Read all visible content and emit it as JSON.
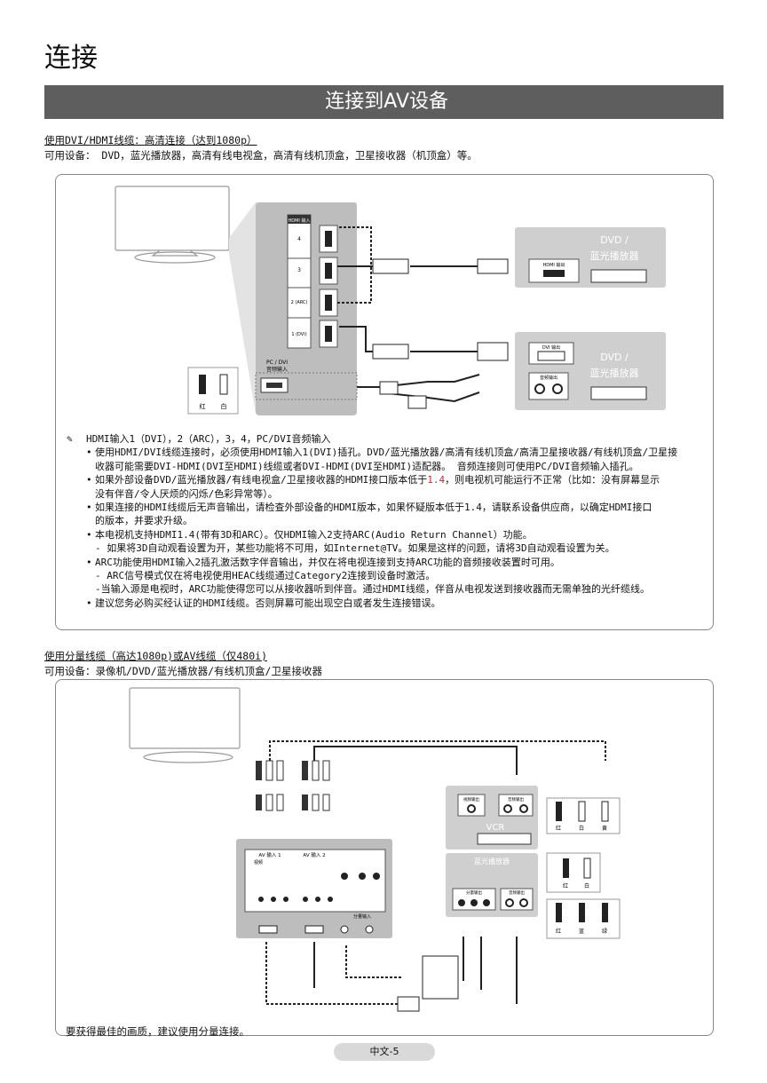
{
  "page_title": "连接",
  "banner_title": "连接到AV设备",
  "section1": {
    "title": "使用DVI/HDMI线缆：高清连接（达到1080p）",
    "subtitle": "可用设备： DVD，蓝光播放器，高清有线电视盒，高清有线机顶盒，卫星接收器（机顶盒）等。",
    "diagram": {
      "hdmi_panel_label": "HDMI 输入",
      "ports": [
        "4",
        "3",
        "2 (ARC)",
        "1 (DVI)"
      ],
      "pc_dvi_label_1": "PC / DVI",
      "pc_dvi_label_2": "音频输入",
      "audio_plug_red": "红",
      "audio_plug_white": "白",
      "device1_name_1": "DVD /",
      "device1_name_2": "蓝光播放器",
      "device1_port": "HDMI 输出",
      "device2_name_1": "DVD /",
      "device2_name_2": "蓝光播放器",
      "device2_port": "DVI 输出",
      "device2_audio_port": "音频输出"
    },
    "notes_header": "HDMI输入1（DVI），2（ARC），3，4，PC/DVI音频输入",
    "bullets": [
      {
        "lines": [
          "使用HDMI/DVI线缆连接时，必须使用HDMI输入1(DVI)插孔。DVD/蓝光播放器/高清有线机顶盒/高清卫星接收器/有线机顶盒/卫星接",
          "收器可能需要DVI-HDMI(DVI至HDMI)线缆或者DVI-HDMI(DVI至HDMI)适配器。 音频连接则可使用PC/DVI音频输入插孔。"
        ]
      },
      {
        "lines_pre": "如果外部设备DVD/蓝光播放器/有线电视盒/卫星接收器的HDMI接口版本低于",
        "lines_red": "1.4",
        "lines_post": "，则电视机可能运行不正常（比如：没有屏幕显示",
        "line2": "没有伴音/令人厌烦的闪烁/色彩异常等）。"
      },
      {
        "lines": [
          "如果连接的HDMI线缆后无声音输出，请检查外部设备的HDMI版本，如果怀疑版本低于1.4，请联系设备供应商，以确定HDMI接口",
          "的版本，并要求升级。"
        ]
      },
      {
        "lines": [
          "本电视机支持HDMI1.4(带有3D和ARC）。仅HDMI输入2支持ARC(Audio Return Channel）功能。"
        ],
        "subs": [
          "- 如果将3D自动观看设置为开，某些功能将不可用，如Internet@TV。如果是这样的问题，请将3D自动观看设置为关。"
        ]
      },
      {
        "lines": [
          "ARC功能使用HDMI输入2插孔激活数字伴音输出，并仅在将电视连接到支持ARC功能的音频接收装置时可用。"
        ],
        "subs": [
          "- ARC信号模式仅在将电视使用HEAC线缆通过Category2连接到设备时激活。",
          "-当输入源是电视时，ARC功能使得您可以从接收器听到伴音。通过HDMI线缆，伴音从电视发送到接收器而无需单独的光纤缆线。"
        ]
      },
      {
        "lines": [
          "建议您务必购买经认证的HDMI线缆。否则屏幕可能出现空白或者发生连接错误。"
        ]
      }
    ]
  },
  "section2": {
    "title": "使用分量线缆（高达1080p)或AV线缆（仅480i)",
    "subtitle": "可用设备：录像机/DVD/蓝光播放器/有线机顶盒/卫星接收器",
    "diagram": {
      "av_in_1": "AV 输入 1",
      "av_in_2": "AV 输入 2",
      "video_label": "视频",
      "component_in": "分量输入",
      "vcr": "VCR",
      "vcr_video_out": "视频输出",
      "vcr_audio_out": "音频输出",
      "bluray": "蓝光播放器",
      "bd_component_out": "分量输出",
      "bd_audio_out": "音频输出",
      "legend1": [
        "红",
        "白",
        "黄"
      ],
      "legend2": [
        "红",
        "白"
      ],
      "legend3": [
        "红",
        "蓝",
        "绿"
      ]
    },
    "caption": "要获得最佳的画质，建议使用分量连接。"
  },
  "page_number": "中文-5"
}
